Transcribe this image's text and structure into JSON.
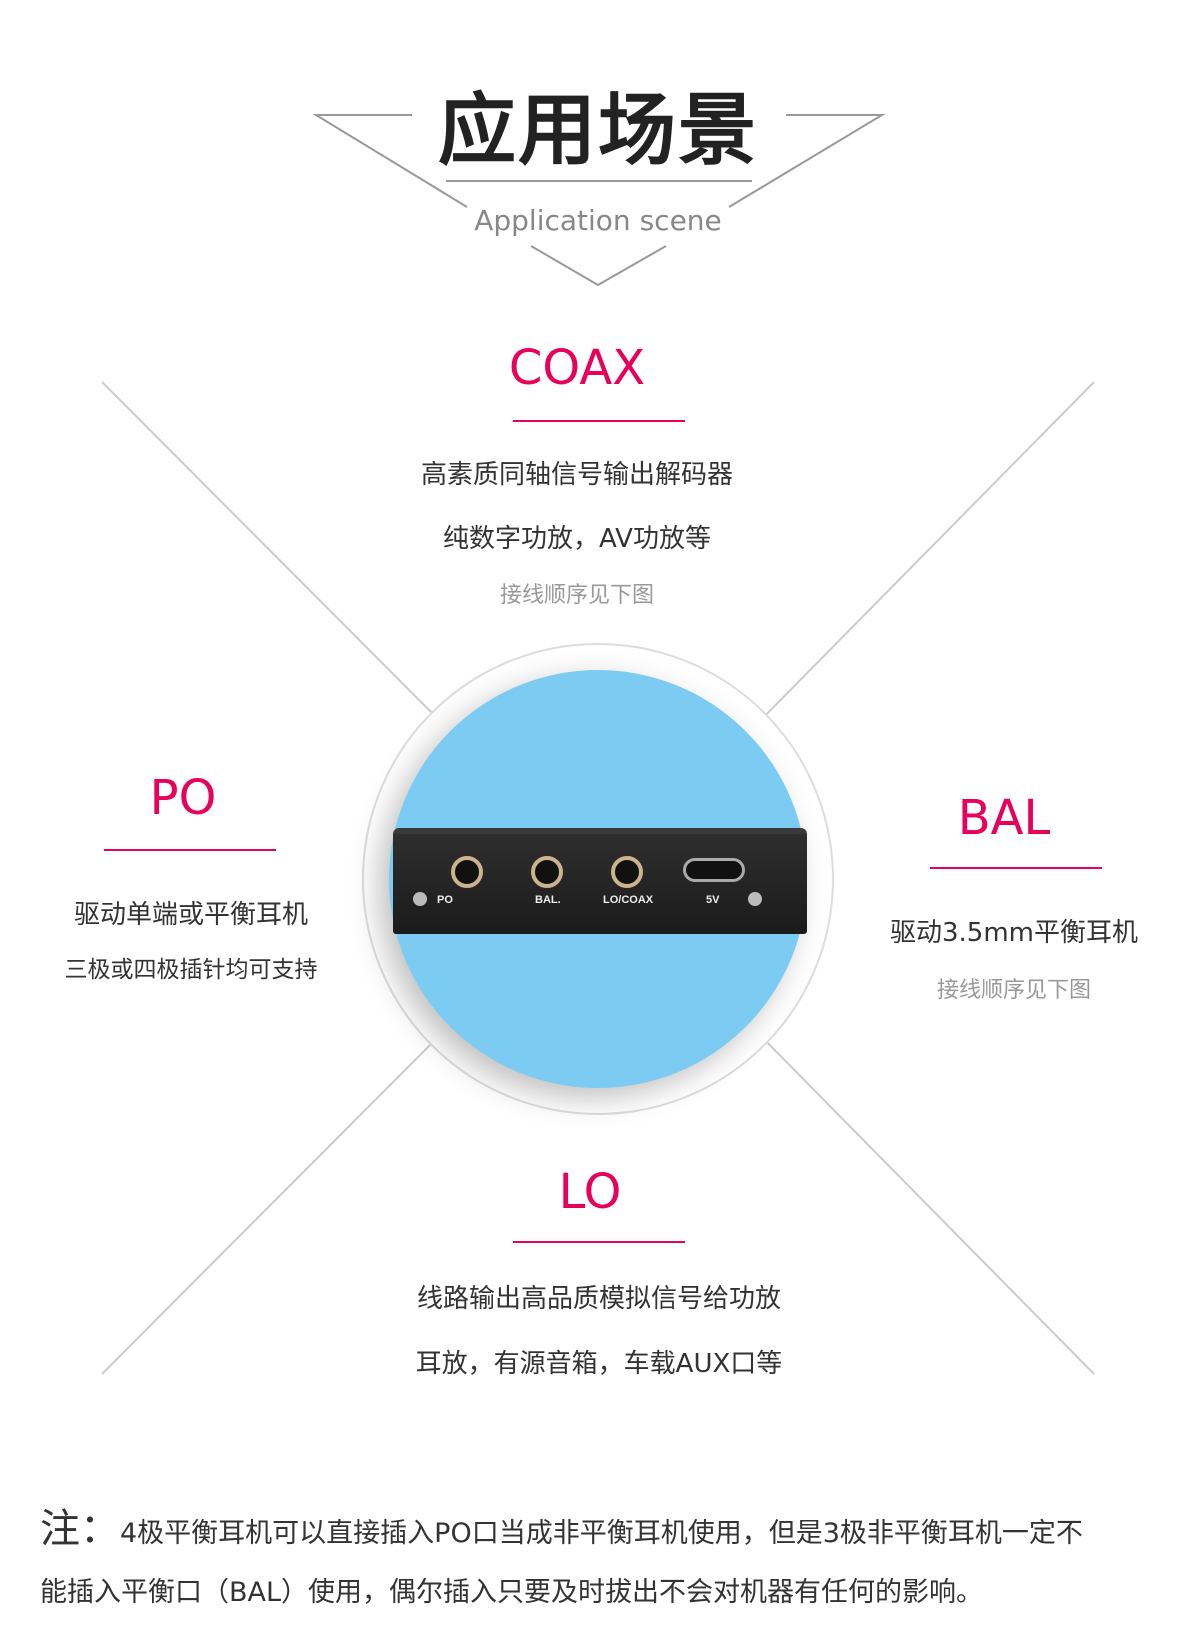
{
  "header": {
    "title": "应用场景",
    "subtitle": "Application scene"
  },
  "coax": {
    "heading": "COAX",
    "line1": "高素质同轴信号输出解码器",
    "line2": "纯数字功放，AV功放等",
    "hint": "接线顺序见下图"
  },
  "po": {
    "heading": "PO",
    "line1": "驱动单端或平衡耳机",
    "line2": "三极或四极插针均可支持"
  },
  "bal": {
    "heading": "BAL",
    "line1": "驱动3.5mm平衡耳机",
    "hint": "接线顺序见下图"
  },
  "lo": {
    "heading": "LO",
    "line1": "线路输出高品质模拟信号给功放",
    "line2": "耳放，有源音箱，车载AUX口等"
  },
  "device": {
    "labels": [
      "PO",
      "BAL.",
      "LO/COAX",
      "5V"
    ]
  },
  "note": {
    "prefix": "注：",
    "line1": "4极平衡耳机可以直接插入PO口当成非平衡耳机使用，但是3极非平衡耳机一定不",
    "line2": "能插入平衡口（BAL）使用，偶尔插入只要及时拔出不会对机器有任何的影响。"
  },
  "colors": {
    "accent": "#e8005a",
    "circle": "#7ccbf2"
  }
}
